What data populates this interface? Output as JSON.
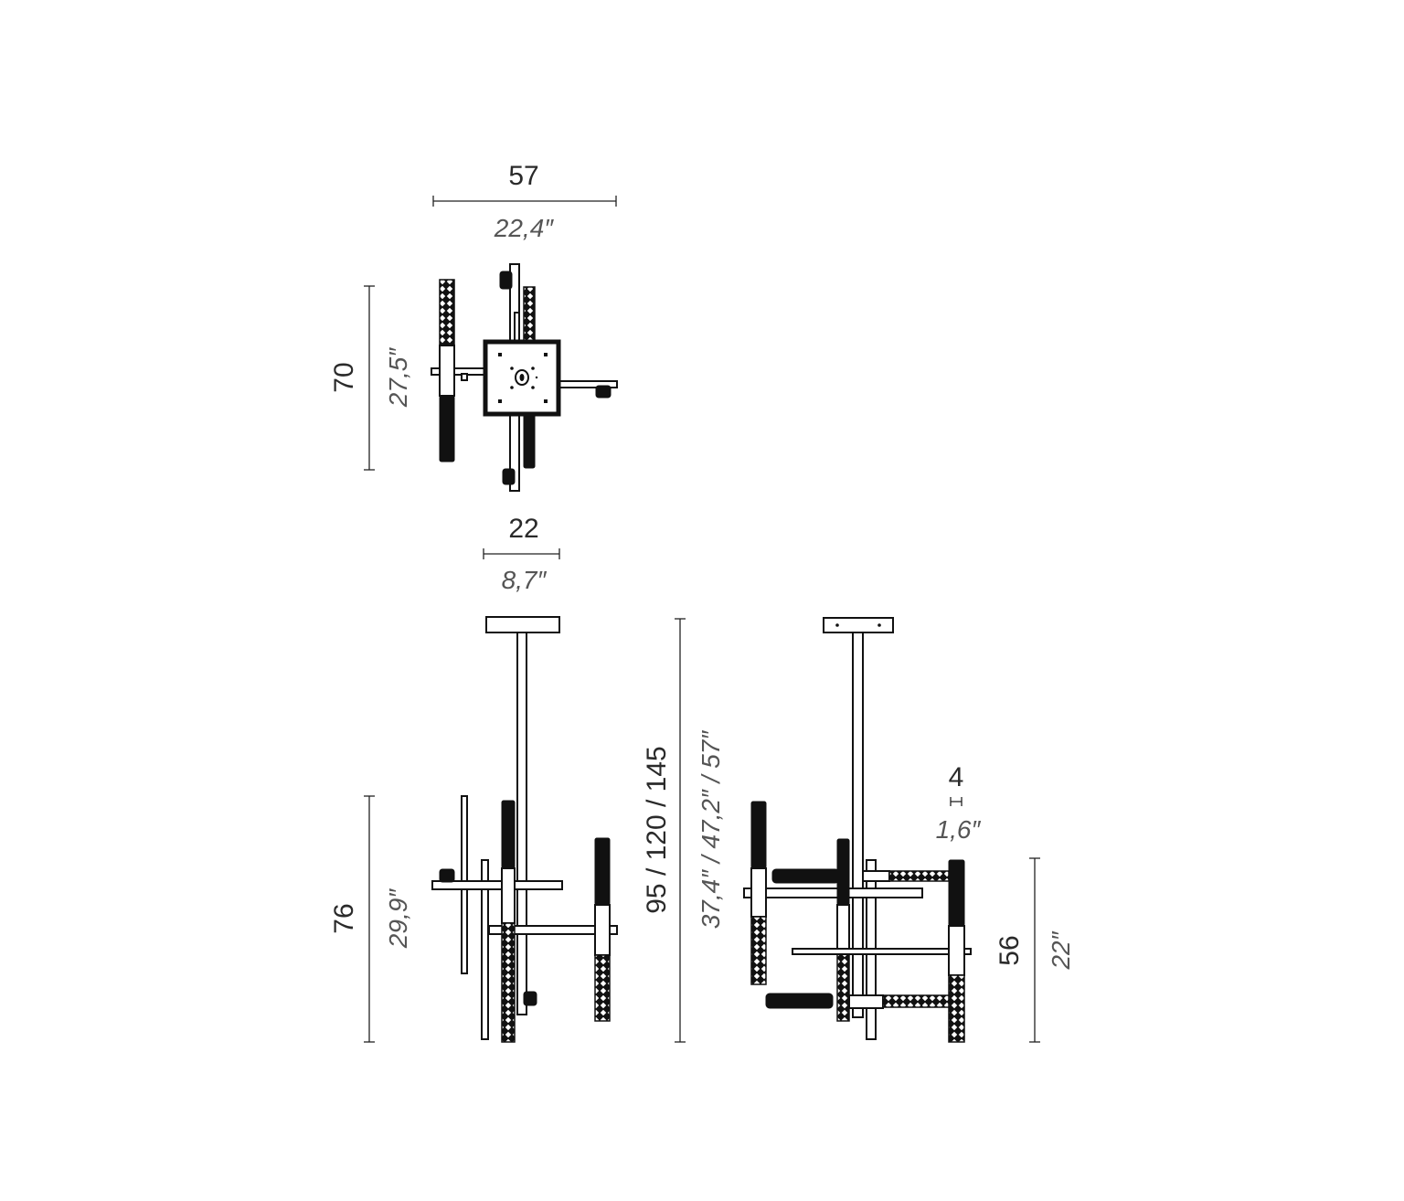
{
  "views": {
    "top": {
      "width_cm": "57",
      "width_in": "22,4″",
      "depth_cm": "70",
      "depth_in": "27,5″"
    },
    "front": {
      "canopy_cm": "22",
      "canopy_in": "8,7″",
      "body_height_cm": "76",
      "body_height_in": "29,9″",
      "total_height_cm": "95 / 120 / 145",
      "total_height_in": "37,4″ / 47,2″ / 57″"
    },
    "side": {
      "tube_cm": "4",
      "tube_in": "1,6″",
      "height_cm": "56",
      "height_in": "22″"
    }
  }
}
